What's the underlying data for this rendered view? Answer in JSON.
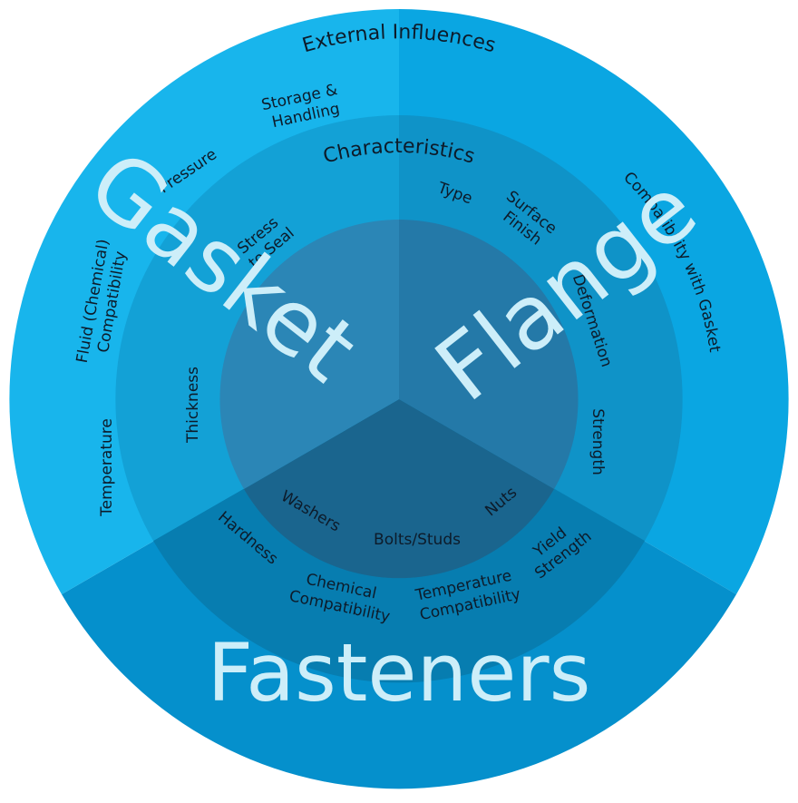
{
  "rings": {
    "outer_title": "External Influences",
    "middle_title": "Characteristics"
  },
  "sectors": {
    "gasket": "Gasket",
    "flange": "Flange",
    "fasteners": "Fasteners"
  },
  "outer_labels": {
    "storage_1": "Storage &",
    "storage_2": "Handling",
    "pressure": "Pressure",
    "fluid_1": "Fluid (Chemical)",
    "fluid_2": "Compatibility",
    "temperature": "Temperature",
    "compat_flange": "Compatibility with Gasket"
  },
  "middle_labels": {
    "stress_1": "Stress",
    "stress_2": "to Seal",
    "thickness": "Thickness",
    "type": "Type",
    "surface_1": "Surface",
    "surface_2": "Finish",
    "deformation": "Deformation",
    "strength": "Strength",
    "hardness": "Hardness",
    "chem_1": "Chemical",
    "chem_2": "Compatibility",
    "temp_1": "Temperature",
    "temp_2": "Compatibility",
    "yield_1": "Yield",
    "yield_2": "Strength"
  },
  "inner_labels": {
    "washers": "Washers",
    "bolts": "Bolts/Studs",
    "nuts": "Nuts"
  },
  "colors": {
    "outer_top": "#18b5ec",
    "outer_right": "#0aa6e2",
    "outer_bottom": "#0590cc",
    "middle_top": "#13a1d6",
    "middle_right": "#0f93c8",
    "middle_bottom": "#077db0",
    "inner_top": "#2b86b6",
    "inner_right": "#2479a8",
    "inner_bottom": "#1a658e",
    "big_text": "#cdeef9"
  }
}
